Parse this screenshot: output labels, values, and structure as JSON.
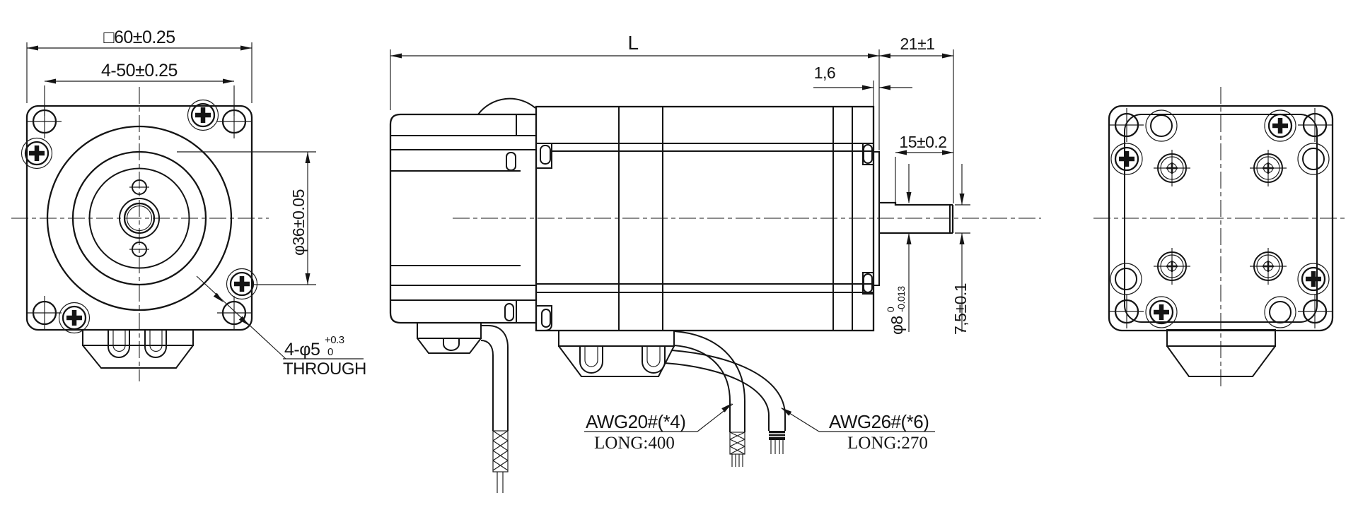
{
  "front_view": {
    "dim_outer_square": "□60±0.25",
    "dim_mounting_holes": "4-50±0.25",
    "dim_pilot_diameter": "φ36±0.05",
    "mounting_hole_callout": {
      "size": "4-φ5",
      "tolerance_upper": "+0.3",
      "tolerance_lower": "0",
      "note": "THROUGH"
    }
  },
  "side_view": {
    "dim_body_length": "L",
    "dim_rear_section": "21±1",
    "dim_boss_thickness": "1,6",
    "dim_shaft_flat_length": "15±0.2",
    "dim_shaft_diameter": {
      "size": "φ8",
      "tolerance_upper": "0",
      "tolerance_lower": "-0.013"
    },
    "dim_shaft_flat_height": "7,5±0.1"
  },
  "cables": {
    "cable_awg20": {
      "gauge": "AWG20#(*4)",
      "length": "LONG:400"
    },
    "cable_awg26": {
      "gauge": "AWG26#(*6)",
      "length": "LONG:270"
    }
  },
  "colors": {
    "line": "#141414",
    "background": "#ffffff"
  }
}
